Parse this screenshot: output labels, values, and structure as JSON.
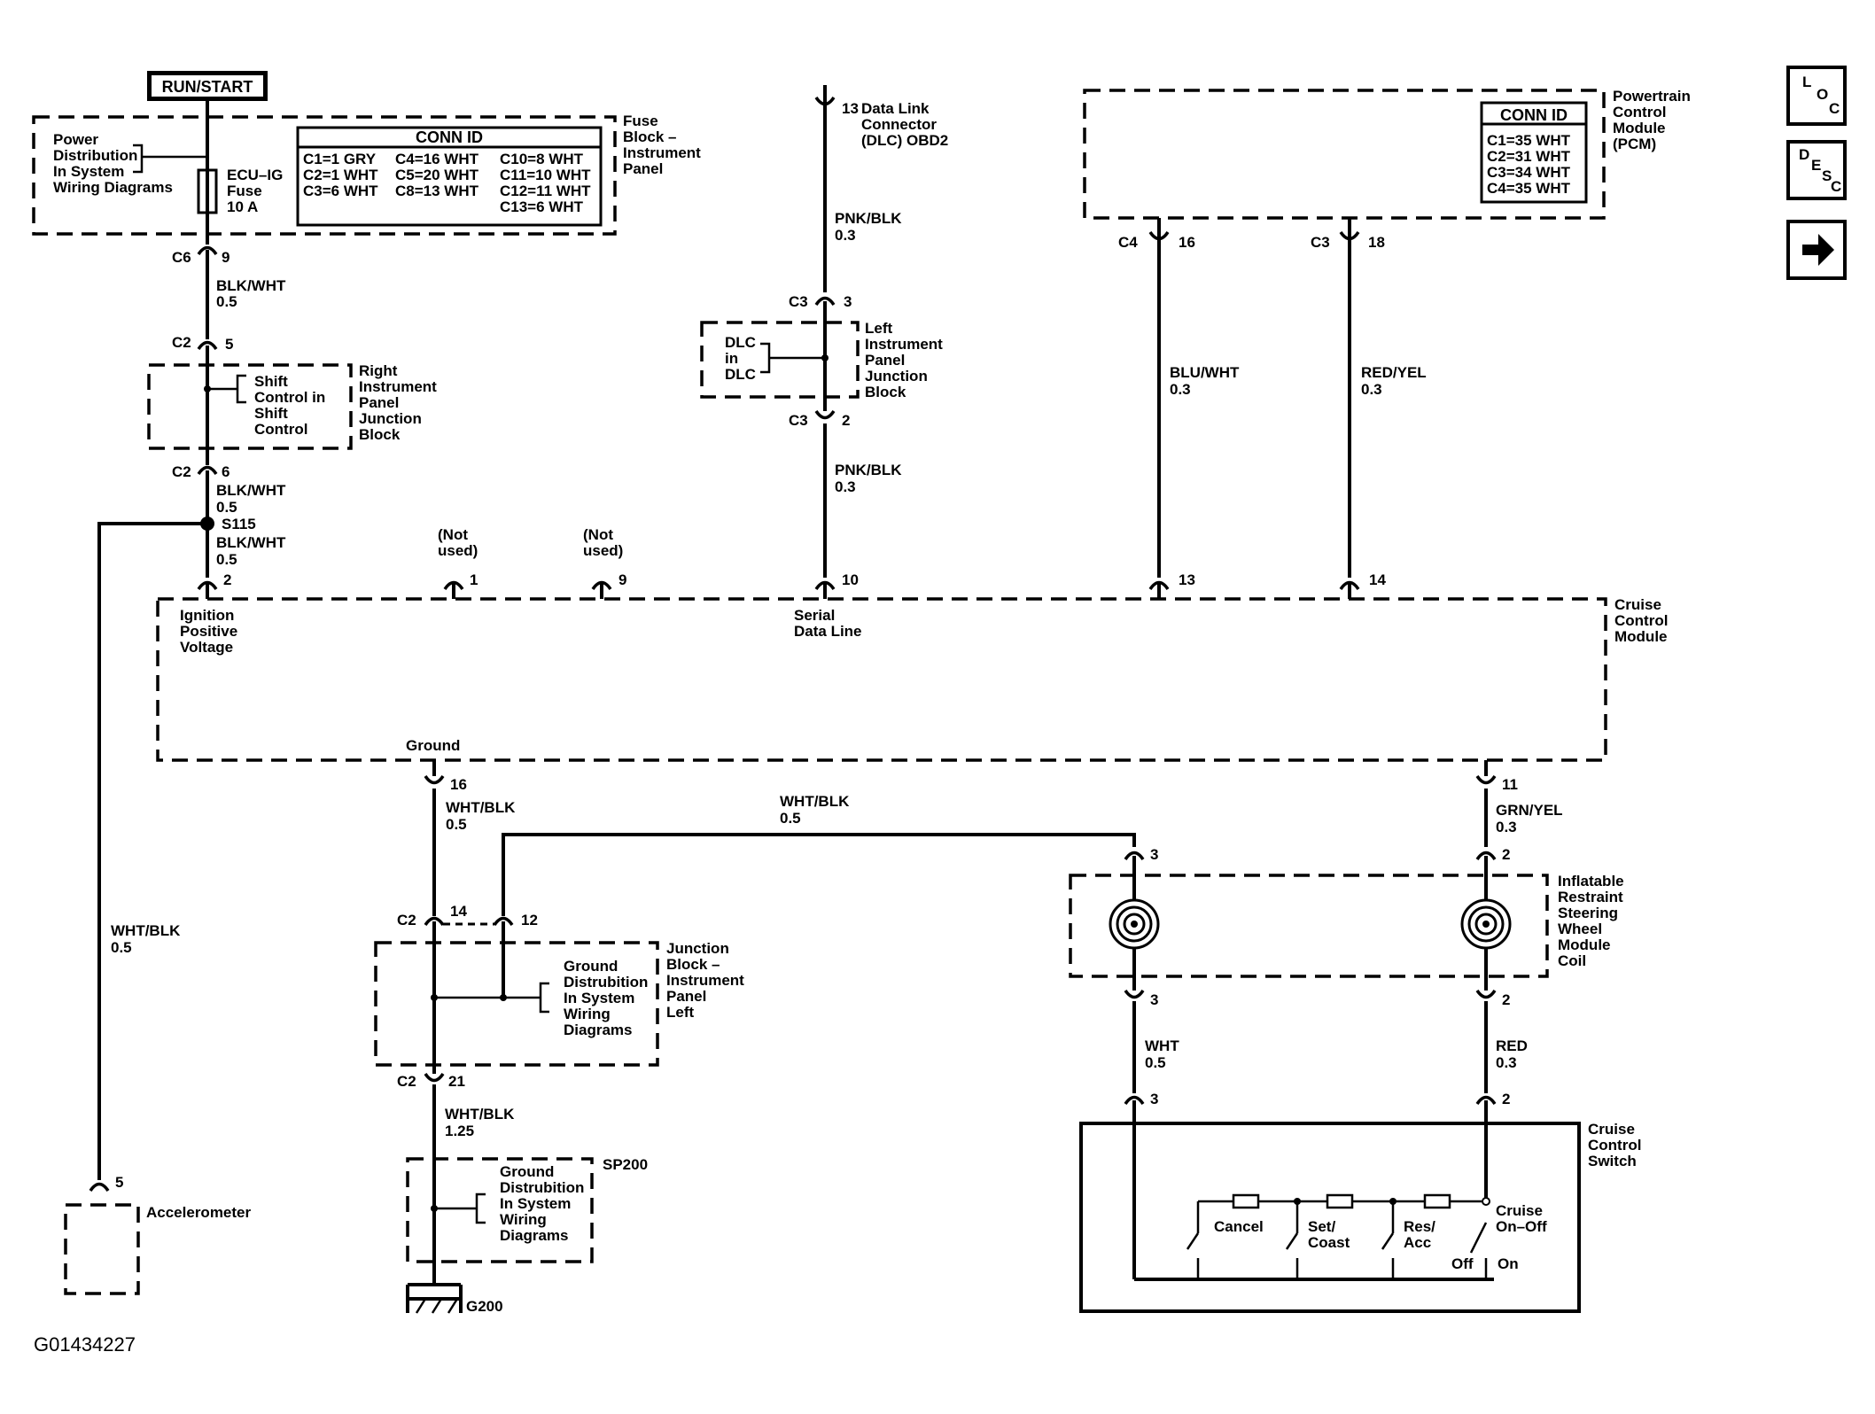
{
  "run_start": "RUN/START",
  "fuse_block": {
    "title_lines": [
      "Fuse",
      "Block –",
      "Instrument",
      "Panel"
    ],
    "power_dist_lines": [
      "Power",
      "Distribution",
      "In System",
      "Wiring Diagrams"
    ],
    "fuse_lines": [
      "ECU–IG",
      "Fuse",
      "10 A"
    ],
    "conn_id_title": "CONN ID",
    "conn_rows": [
      [
        "C1=1 GRY",
        "C4=16 WHT",
        "C10=8 WHT"
      ],
      [
        "C2=1 WHT",
        "C5=20 WHT",
        "C11=10 WHT"
      ],
      [
        "C3=6 WHT",
        "C8=13 WHT",
        "C12=11 WHT"
      ],
      [
        "",
        "",
        "C13=6 WHT"
      ]
    ]
  },
  "left_circuit": {
    "c6": "C6",
    "c6_pin": "9",
    "wire1": "BLK/WHT",
    "wire1_gauge": "0.5",
    "c2a": "C2",
    "c2a_pin": "5",
    "shift_lines": [
      "Shift",
      "Control in",
      "Shift",
      "Control"
    ],
    "rpjb_lines": [
      "Right",
      "Instrument",
      "Panel",
      "Junction",
      "Block"
    ],
    "c2b": "C2",
    "c2b_pin": "6",
    "wire2": "BLK/WHT",
    "wire2_gauge": "0.5",
    "splice": "S115",
    "wire3": "BLK/WHT",
    "wire3_gauge": "0.5",
    "pin2": "2",
    "accel_wire": "WHT/BLK",
    "accel_wire_gauge": "0.5",
    "accel_pin": "5",
    "accelerometer": "Accelerometer"
  },
  "dlc": {
    "pin": "13",
    "title_lines": [
      "Data Link",
      "Connector",
      "(DLC) OBD2"
    ],
    "wire1": "PNK/BLK",
    "wire1_gauge": "0.3",
    "c3a": "C3",
    "c3a_pin": "3",
    "dlc_in_lines": [
      "DLC",
      "in",
      "DLC"
    ],
    "lipjb_lines": [
      "Left",
      "Instrument",
      "Panel",
      "Junction",
      "Block"
    ],
    "c3b": "C3",
    "c3b_pin": "2",
    "wire2": "PNK/BLK",
    "wire2_gauge": "0.3",
    "pin10": "10"
  },
  "pcm": {
    "title_lines": [
      "Powertrain",
      "Control",
      "Module",
      "(PCM)"
    ],
    "conn_id_title": "CONN ID",
    "conn_rows": [
      "C1=35 WHT",
      "C2=31 WHT",
      "C3=34 WHT",
      "C4=35 WHT"
    ],
    "c4": "C4",
    "c4_pin": "16",
    "c3": "C3",
    "c3_pin": "18",
    "wire_a": "BLU/WHT",
    "wire_a_gauge": "0.3",
    "wire_b": "RED/YEL",
    "wire_b_gauge": "0.3",
    "pin13": "13",
    "pin14": "14"
  },
  "ccm": {
    "title_lines": [
      "Cruise",
      "Control",
      "Module"
    ],
    "not_used": [
      "(Not",
      "used)"
    ],
    "pin1": "1",
    "pin9": "9",
    "ignition_lines": [
      "Ignition",
      "Positive",
      "Voltage"
    ],
    "serial_lines": [
      "Serial",
      "Data Line"
    ],
    "ground": "Ground",
    "pin16": "16",
    "pin11": "11"
  },
  "ground_circuit": {
    "wire1": "WHT/BLK",
    "wire1_gauge": "0.5",
    "wire_top": "WHT/BLK",
    "wire_top_gauge": "0.5",
    "c2a": "C2",
    "c2a_pin14": "14",
    "c2a_pin12": "12",
    "gnd_dist_lines": [
      "Ground",
      "Distrubition",
      "In System",
      "Wiring",
      "Diagrams"
    ],
    "jbipl_lines": [
      "Junction",
      "Block –",
      "Instrument",
      "Panel",
      "Left"
    ],
    "c2b": "C2",
    "c2b_pin": "21",
    "wire2": "WHT/BLK",
    "wire2_gauge": "1.25",
    "sp200": "SP200",
    "gnd_dist2_lines": [
      "Ground",
      "Distrubition",
      "In System",
      "Wiring",
      "Diagrams"
    ],
    "g200": "G200"
  },
  "coil": {
    "title_lines": [
      "Inflatable",
      "Restraint",
      "Steering",
      "Wheel",
      "Module",
      "Coil"
    ],
    "pin3_top": "3",
    "pin2_top": "2",
    "pin3_bot": "3",
    "pin2_bot": "2",
    "wire_top_right": "GRN/YEL",
    "wire_top_right_gauge": "0.3",
    "wire_l": "WHT",
    "wire_l_gauge": "0.5",
    "wire_r": "RED",
    "wire_r_gauge": "0.3",
    "sw_pin3": "3",
    "sw_pin2": "2"
  },
  "switch": {
    "title_lines": [
      "Cruise",
      "Control",
      "Switch"
    ],
    "cancel": "Cancel",
    "set_coast": [
      "Set/",
      "Coast"
    ],
    "res_acc": [
      "Res/",
      "Acc"
    ],
    "cruise_onoff": [
      "Cruise",
      "On–Off"
    ],
    "off": "Off",
    "on": "On"
  },
  "nav": {
    "loc": [
      "L",
      "O",
      "C"
    ],
    "desc": [
      "D",
      "E",
      "S",
      "C"
    ],
    "next_icon": "arrow-right"
  },
  "figure_id": "G01434227"
}
